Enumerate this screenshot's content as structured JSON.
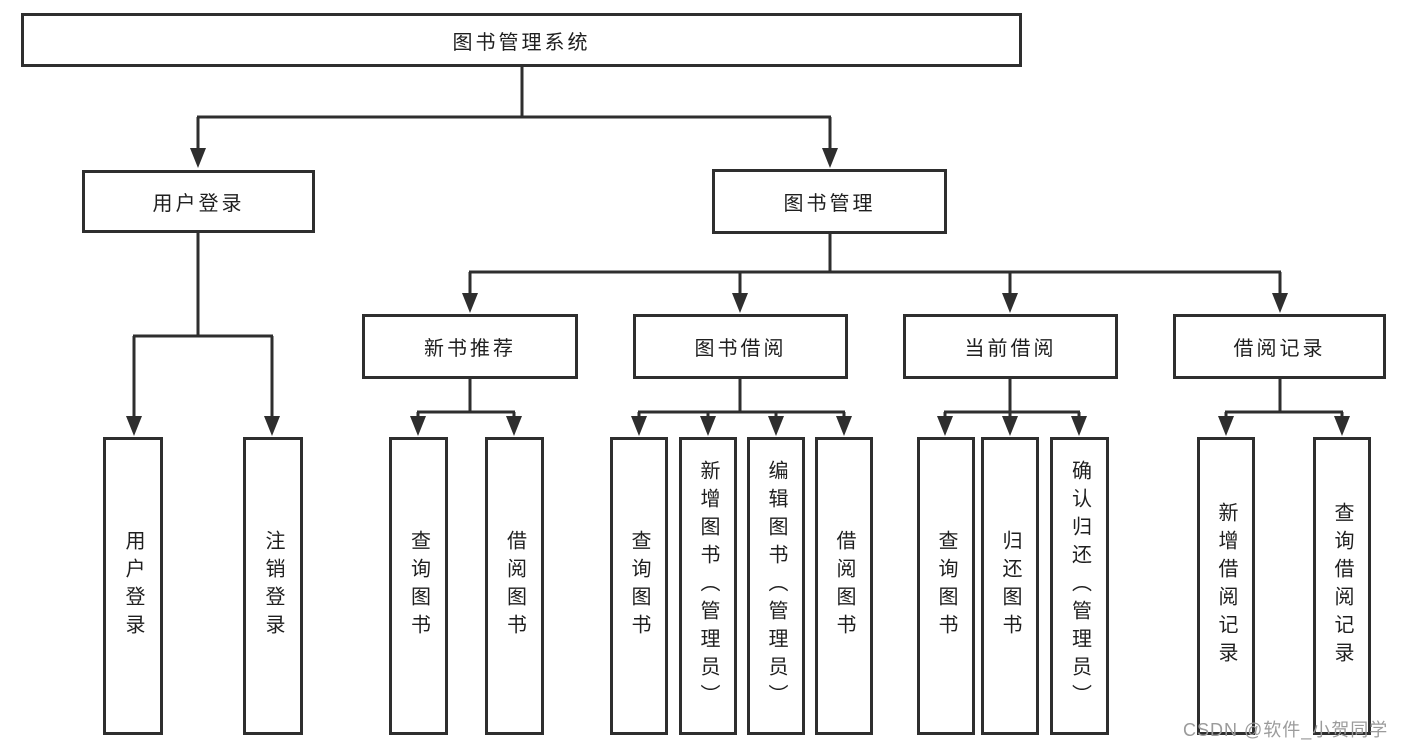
{
  "title": "图书管理系统",
  "colors": {
    "line": "#2e2e2e",
    "text": "#1f1f1f",
    "watermark": "#9b9b9b",
    "background": "#ffffff"
  },
  "nodes": {
    "root": {
      "label": "图书管理系统"
    },
    "user_login": {
      "label": "用户登录"
    },
    "book_mgmt": {
      "label": "图书管理"
    },
    "new_book_rec": {
      "label": "新书推荐"
    },
    "book_borrow": {
      "label": "图书借阅"
    },
    "current_borrow": {
      "label": "当前借阅"
    },
    "borrow_record": {
      "label": "借阅记录"
    }
  },
  "leaves": {
    "user_login": [
      {
        "label": "用户登录"
      },
      {
        "label": "注销登录"
      }
    ],
    "new_book_rec": [
      {
        "label": "查询图书"
      },
      {
        "label": "借阅图书"
      }
    ],
    "book_borrow": [
      {
        "label": "查询图书"
      },
      {
        "label": "新增图书（管理员）"
      },
      {
        "label": "编辑图书（管理员）"
      },
      {
        "label": "借阅图书"
      }
    ],
    "current_borrow": [
      {
        "label": "查询图书"
      },
      {
        "label": "归还图书"
      },
      {
        "label": "确认归还（管理员）"
      }
    ],
    "borrow_record": [
      {
        "label": "新增借阅记录"
      },
      {
        "label": "查询借阅记录"
      }
    ]
  },
  "watermark": "CSDN @软件_小贺同学"
}
